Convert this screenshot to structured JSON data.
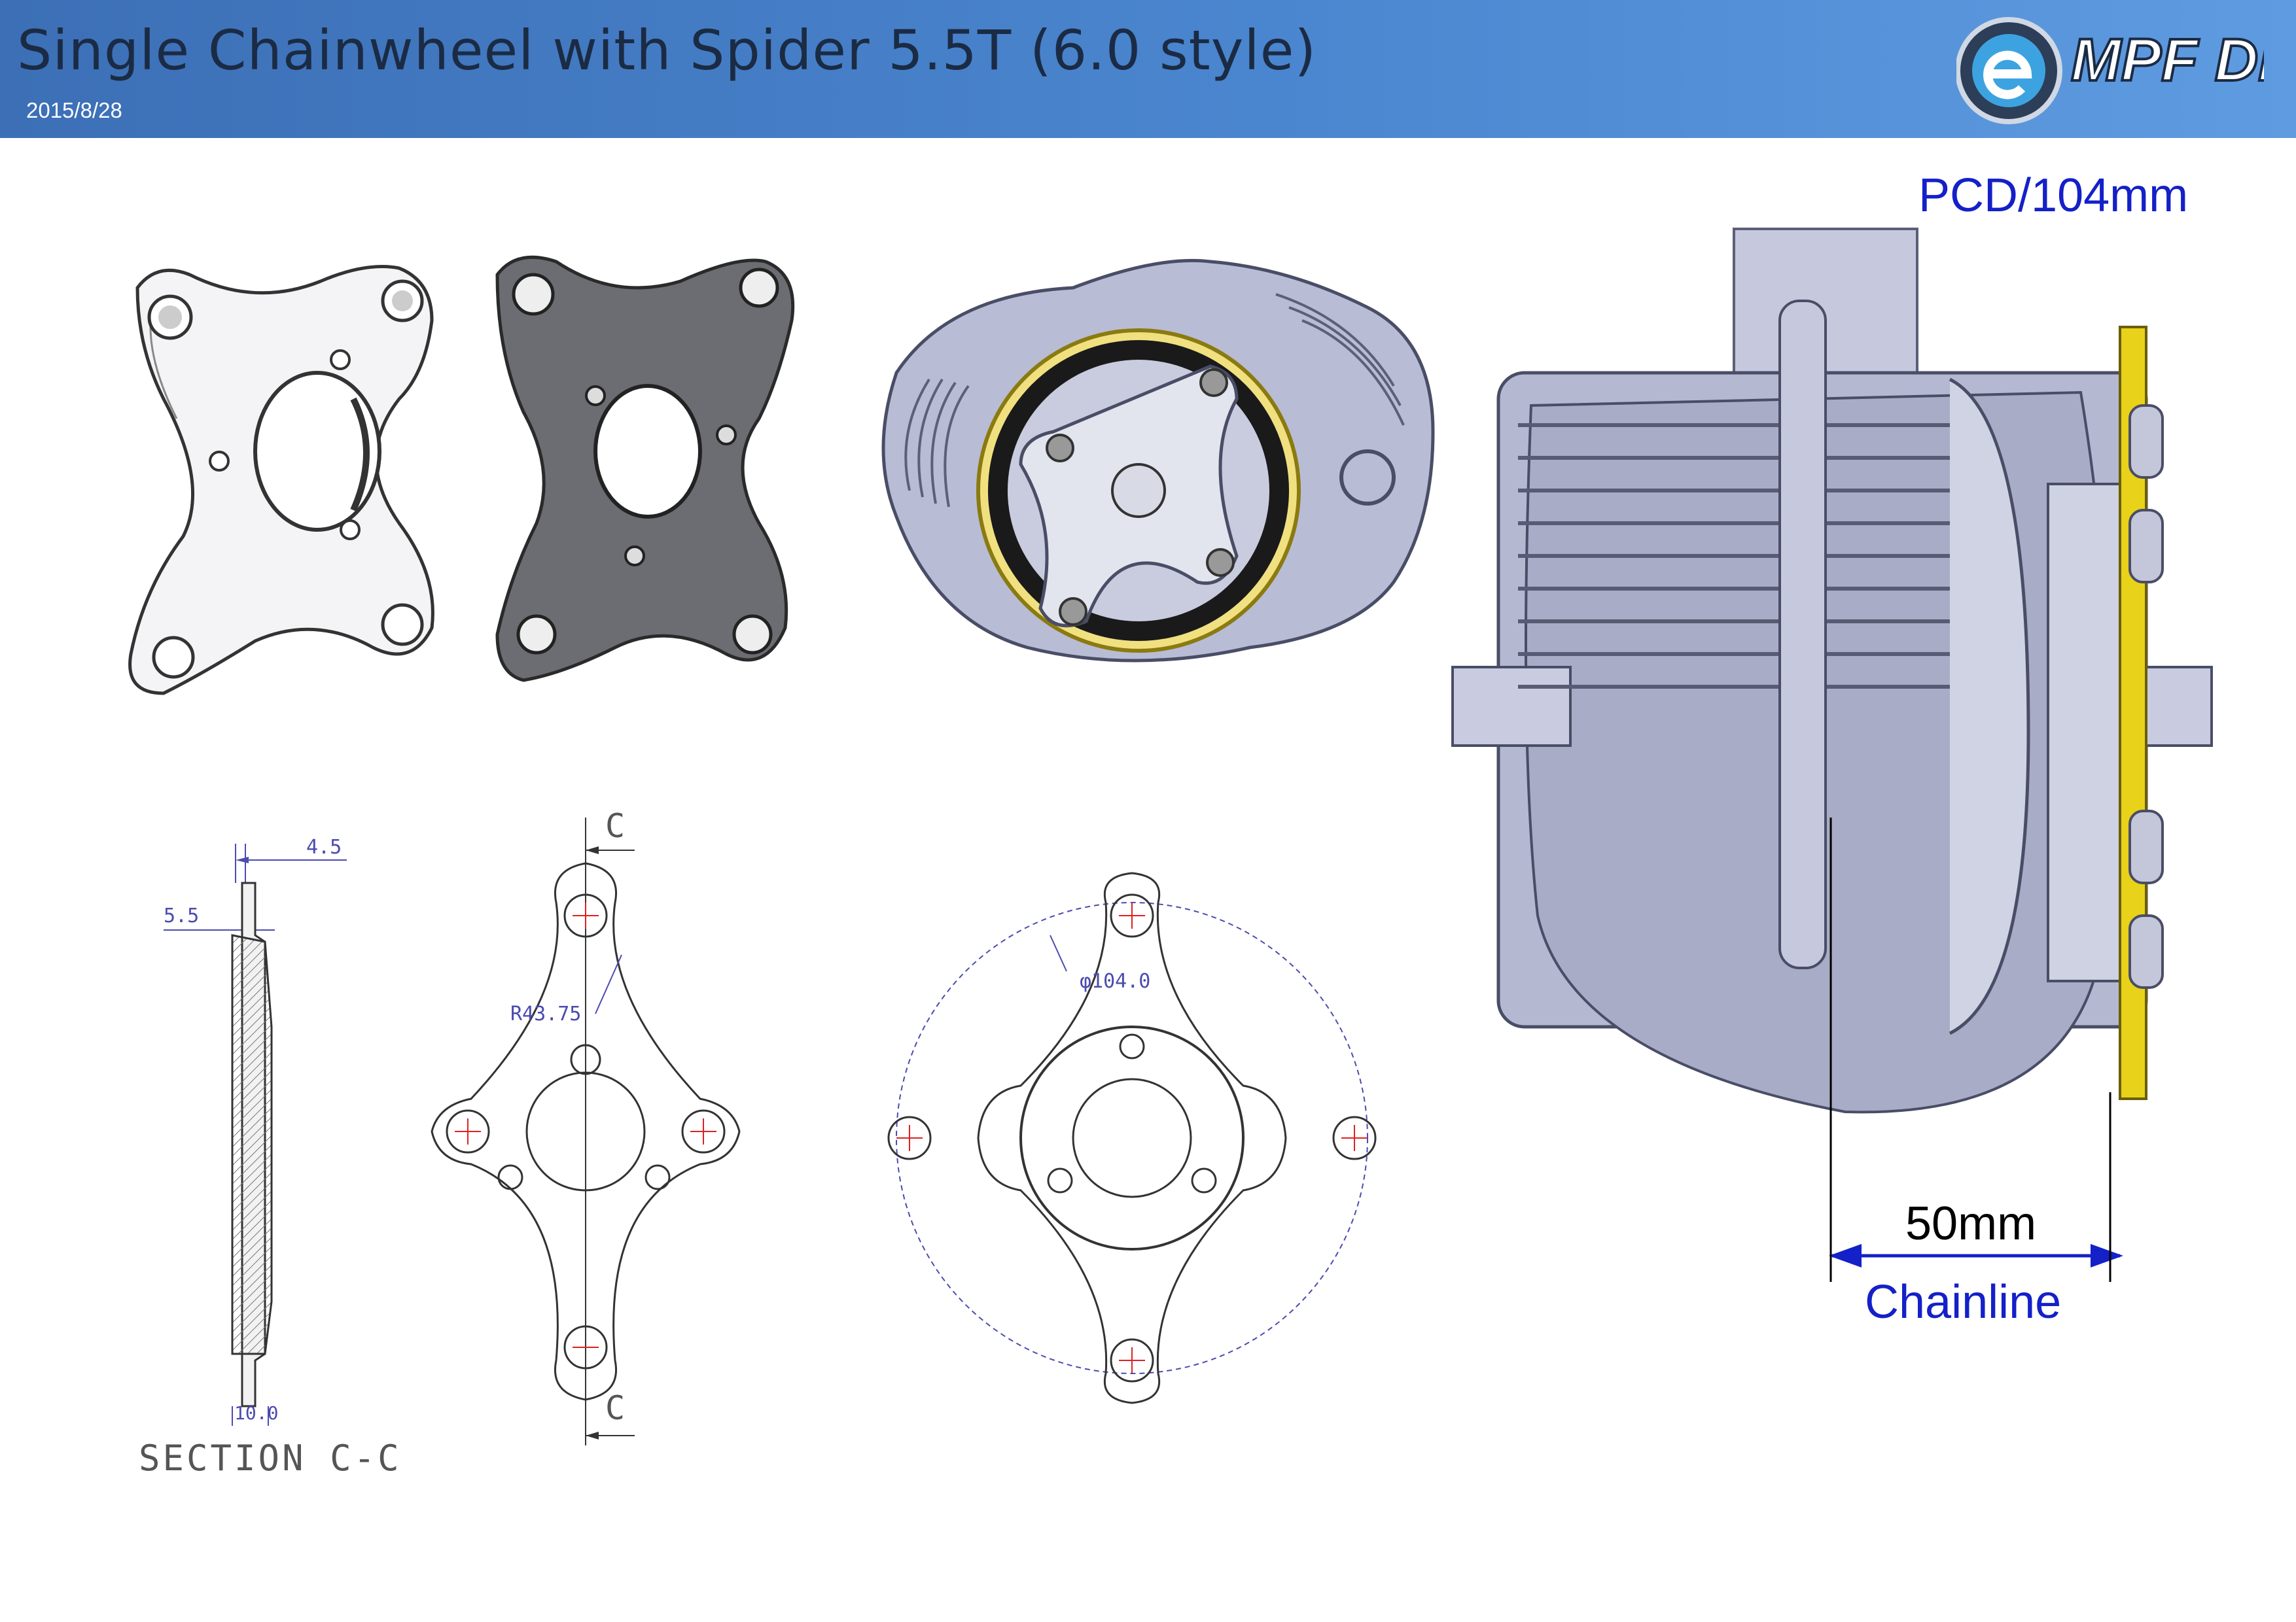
{
  "header": {
    "title": "Single Chainwheel with Spider 5.5T (6.0 style)",
    "date": "2015/8/28",
    "logo_text": "MPF DRIVE"
  },
  "labels": {
    "pcd": "PCD/104mm",
    "chainline_value": "50mm",
    "chainline_label": "Chainline"
  },
  "dimensions": {
    "d45": "4.5",
    "d55": "5.5",
    "d100": "10.0",
    "r4375": "R43.75",
    "phi104": "φ104.0",
    "section_mark": "C",
    "section_title": "SECTION C-C"
  },
  "colors": {
    "header_blue": "#4a86cf",
    "label_blue": "#1420c8",
    "chainring_yellow": "#e8d21a"
  }
}
